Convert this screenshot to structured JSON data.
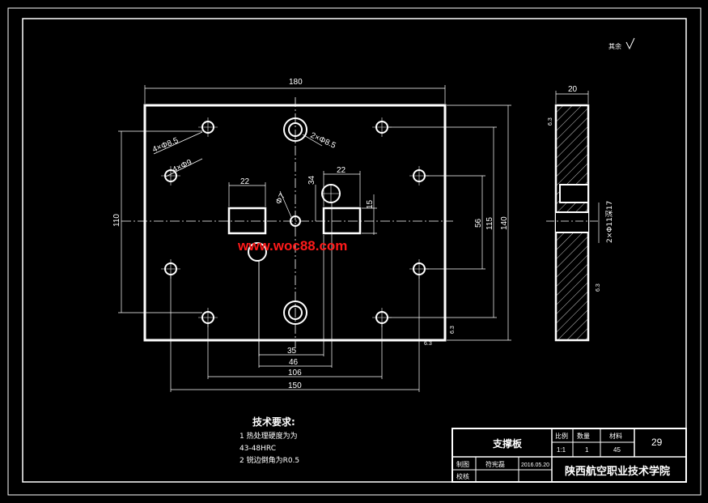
{
  "colors": {
    "background": "#000000",
    "line": "#ffffff",
    "watermark": "#ff1a1a"
  },
  "surface_mark": "其余",
  "front_view": {
    "dim_180": "180",
    "dim_150": "150",
    "dim_106": "106",
    "dim_46": "46",
    "dim_35": "35",
    "dim_110": "110",
    "dim_56": "56",
    "dim_115": "115",
    "dim_140": "140",
    "dim_22_left": "22",
    "dim_22_right": "22",
    "dim_34": "34",
    "dim_15": "15",
    "hole_4x85": "4×Φ8.5",
    "hole_4x9": "4×Φ9",
    "hole_2x85": "2×Φ8.5",
    "hole_7": "Φ7",
    "rough_right": "6.3",
    "rough_bottom": "6.3"
  },
  "side_view": {
    "dim_20": "20",
    "hole_note": "2×Φ11深17",
    "rough_top": "6.3",
    "rough_bottom": "6.3"
  },
  "watermark": "www.woc88.com",
  "tech_req": {
    "title": "技术要求:",
    "line1": "1  热处理硬度为为",
    "line2": "43-48HRC",
    "line3": "2  锐边倒角为R0.5"
  },
  "title_block": {
    "part_name": "支撑板",
    "h_scale": "比例",
    "h_qty": "数量",
    "h_material": "材料",
    "scale": "1:1",
    "qty": "1",
    "material": "45",
    "drawing_no": "29",
    "drawn_label": "制图",
    "drawer": "符宪磊",
    "date": "2016.05.20",
    "check_label": "校核",
    "school": "陕西航空职业技术学院"
  }
}
